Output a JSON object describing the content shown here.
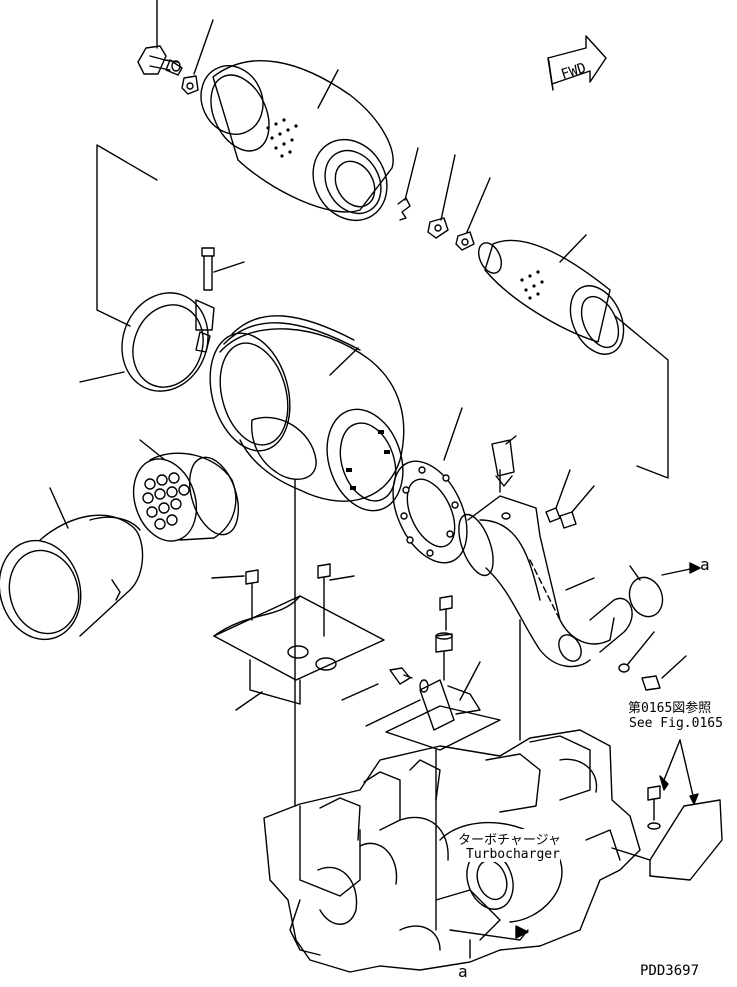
{
  "labels": {
    "direction": "FWD",
    "ref_jp": "第0165図参照",
    "ref_en": "See Fig.0165",
    "turbo_jp": "ターボチャージャ",
    "turbo_en": "Turbocharger",
    "arrow_label_right": "a",
    "arrow_label_bottom": "a",
    "drawing_code": "PDD3697"
  }
}
